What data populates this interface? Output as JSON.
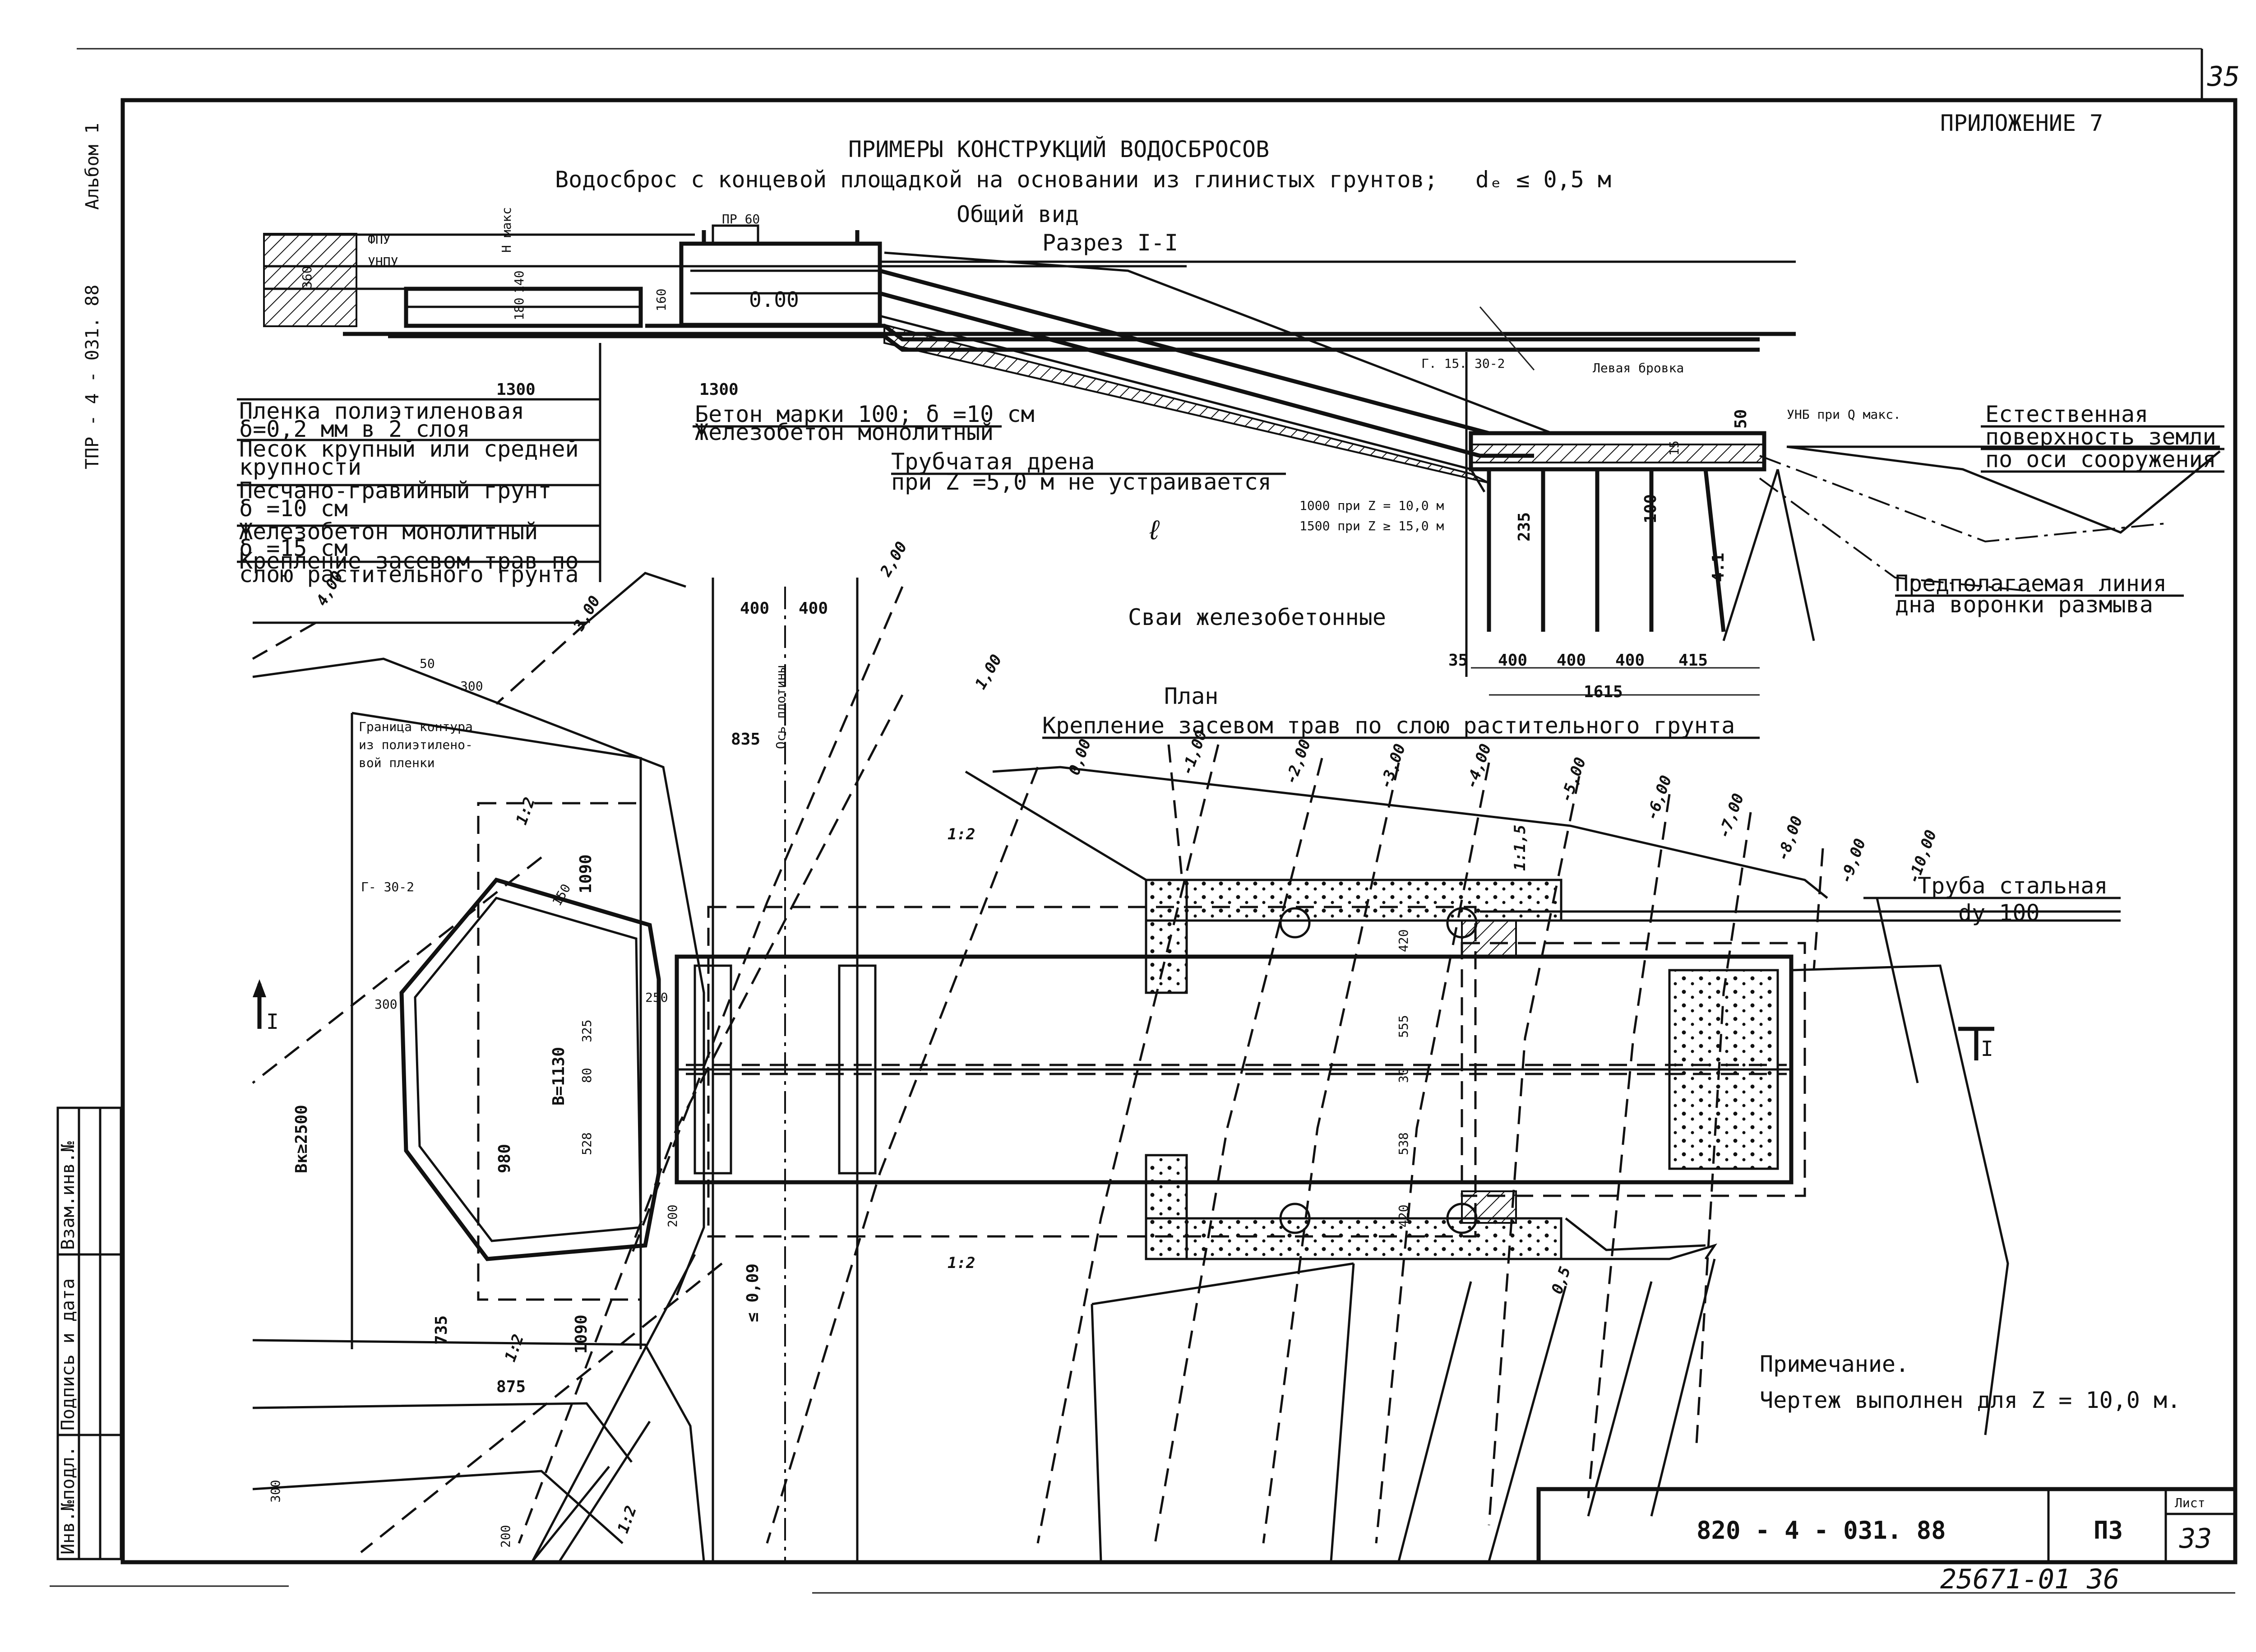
{
  "header": {
    "appendix": "ПРИЛОЖЕНИЕ 7",
    "title": "ПРИМЕРЫ КОНСТРУКЦИЙ ВОДОСБРОСОВ",
    "subtitle": "Водосброс с концевой площадкой на основании из глинистых грунтов;",
    "subtitle_condition": "dₑ ≤ 0,5 м",
    "general_view": "Общий вид",
    "section": "Разрез I-I",
    "sheet_number_top": "35"
  },
  "side_labels": {
    "album": "Альбом 1",
    "project": "ТПР - 4 - 031. 88",
    "cells": [
      "Инв.№подл.",
      "Подпись и дата",
      "Взам.инв.№"
    ]
  },
  "section_labels": {
    "fpu": "ФПУ",
    "unpu": "УНПУ",
    "hmax": "H макс",
    "pr": "ПР 60",
    "zero": "0.00",
    "r_ref": "Г. 15. 30-2",
    "left_edge": "Левая бровка",
    "unb": "УНБ при Q макс.",
    "drain_condition_1": "1000 при Z = 10,0 м",
    "drain_condition_2": "1500 при Z ≥ 15,0 м",
    "l_symbol": "ℓ",
    "z_symbol": "Z",
    "piles": "Сваи железобетонные"
  },
  "legend": [
    "Пленка полиэтиленовая",
    "δ=0,2 мм в 2 слоя",
    "Песок крупный или средней",
    "крупности",
    "Песчано-гравийный грунт",
    "δ =10 см",
    "Железобетон монолитный",
    "δ =15 см",
    "Крепление засевом трав по",
    "слою растительного грунта"
  ],
  "callouts": {
    "concrete_1": "Бетон марки 100; δ =10 см",
    "concrete_2": "Железобетон монолитный",
    "drain_1": "Трубчатая дрена",
    "drain_2": "при Z =5,0 м не устраивается",
    "ground_1": "Естественная",
    "ground_2": "поверхность земли",
    "ground_3": "по оси сооружения",
    "scour_1": "Предполагаемая линия",
    "scour_2": "дна воронки размыва",
    "pipe_1": "Труба стальная",
    "pipe_2": "dу 100",
    "plan_title": "План",
    "plan_grass": "Крепление засевом трав по слою растительного грунта",
    "film_boundary_1": "Граница контура",
    "film_boundary_2": "из полиэтилено-",
    "film_boundary_3": "вой пленки",
    "dam_axis": "Ось плотины",
    "r_ref_plan": "Г- 30-2"
  },
  "dims": {
    "d1300a": "1300",
    "d1300b": "1300",
    "d360": "360",
    "d140": "140",
    "d180": "180",
    "d160": "160",
    "d50s": "50",
    "d235": "235",
    "d100": "100",
    "d15": "15",
    "d35": "35",
    "d400a": "400",
    "d400b": "400",
    "d400c": "400",
    "d415": "415",
    "d1615": "1615",
    "d400top1": "400",
    "d400top2": "400",
    "d835": "835",
    "d300": "300",
    "d50": "50",
    "d1090a": "1090",
    "d150": "150",
    "d325": "325",
    "d80": "80",
    "d528": "528",
    "b1130": "B=1130",
    "d980": "980",
    "bk2500": "Bк≥2500",
    "d250": "250",
    "d300b": "300",
    "d200": "200",
    "d1090b": "1090",
    "d735": "735",
    "d875": "875",
    "d420a": "420",
    "d555": "555",
    "d538": "538",
    "d420b": "420",
    "d30": "30",
    "d209": "≤ 0,09",
    "d300c": "300",
    "d200c": "200",
    "ratio41": "4:1"
  },
  "elevations": [
    "0,00",
    "-1,00",
    "-2,00",
    "-3,00",
    "-4,00",
    "-5,00",
    "-6,00",
    "-7,00",
    "-8,00",
    "-9,00",
    "-10,00"
  ],
  "slopes": {
    "s1_2a": "1:2",
    "s1_2b": "1:2",
    "s1_2c": "1:2",
    "s1_2d": "1:2",
    "s1_2e": "1:2",
    "s1_15": "1:1,5",
    "s4": "4,00",
    "s3": "3,00",
    "s2": "2,00",
    "s1": "1,00",
    "s05": "0,5"
  },
  "section_marks": {
    "left": "I",
    "right": "I"
  },
  "note": {
    "title": "Примечание.",
    "text": "Чертеж выполнен для Z = 10,0 м."
  },
  "stamp": {
    "code": "820 - 4 - 031. 88",
    "doc": "ПЗ",
    "sheet_label": "Лист",
    "sheet": "33"
  },
  "handwritten": "25671-01  36"
}
